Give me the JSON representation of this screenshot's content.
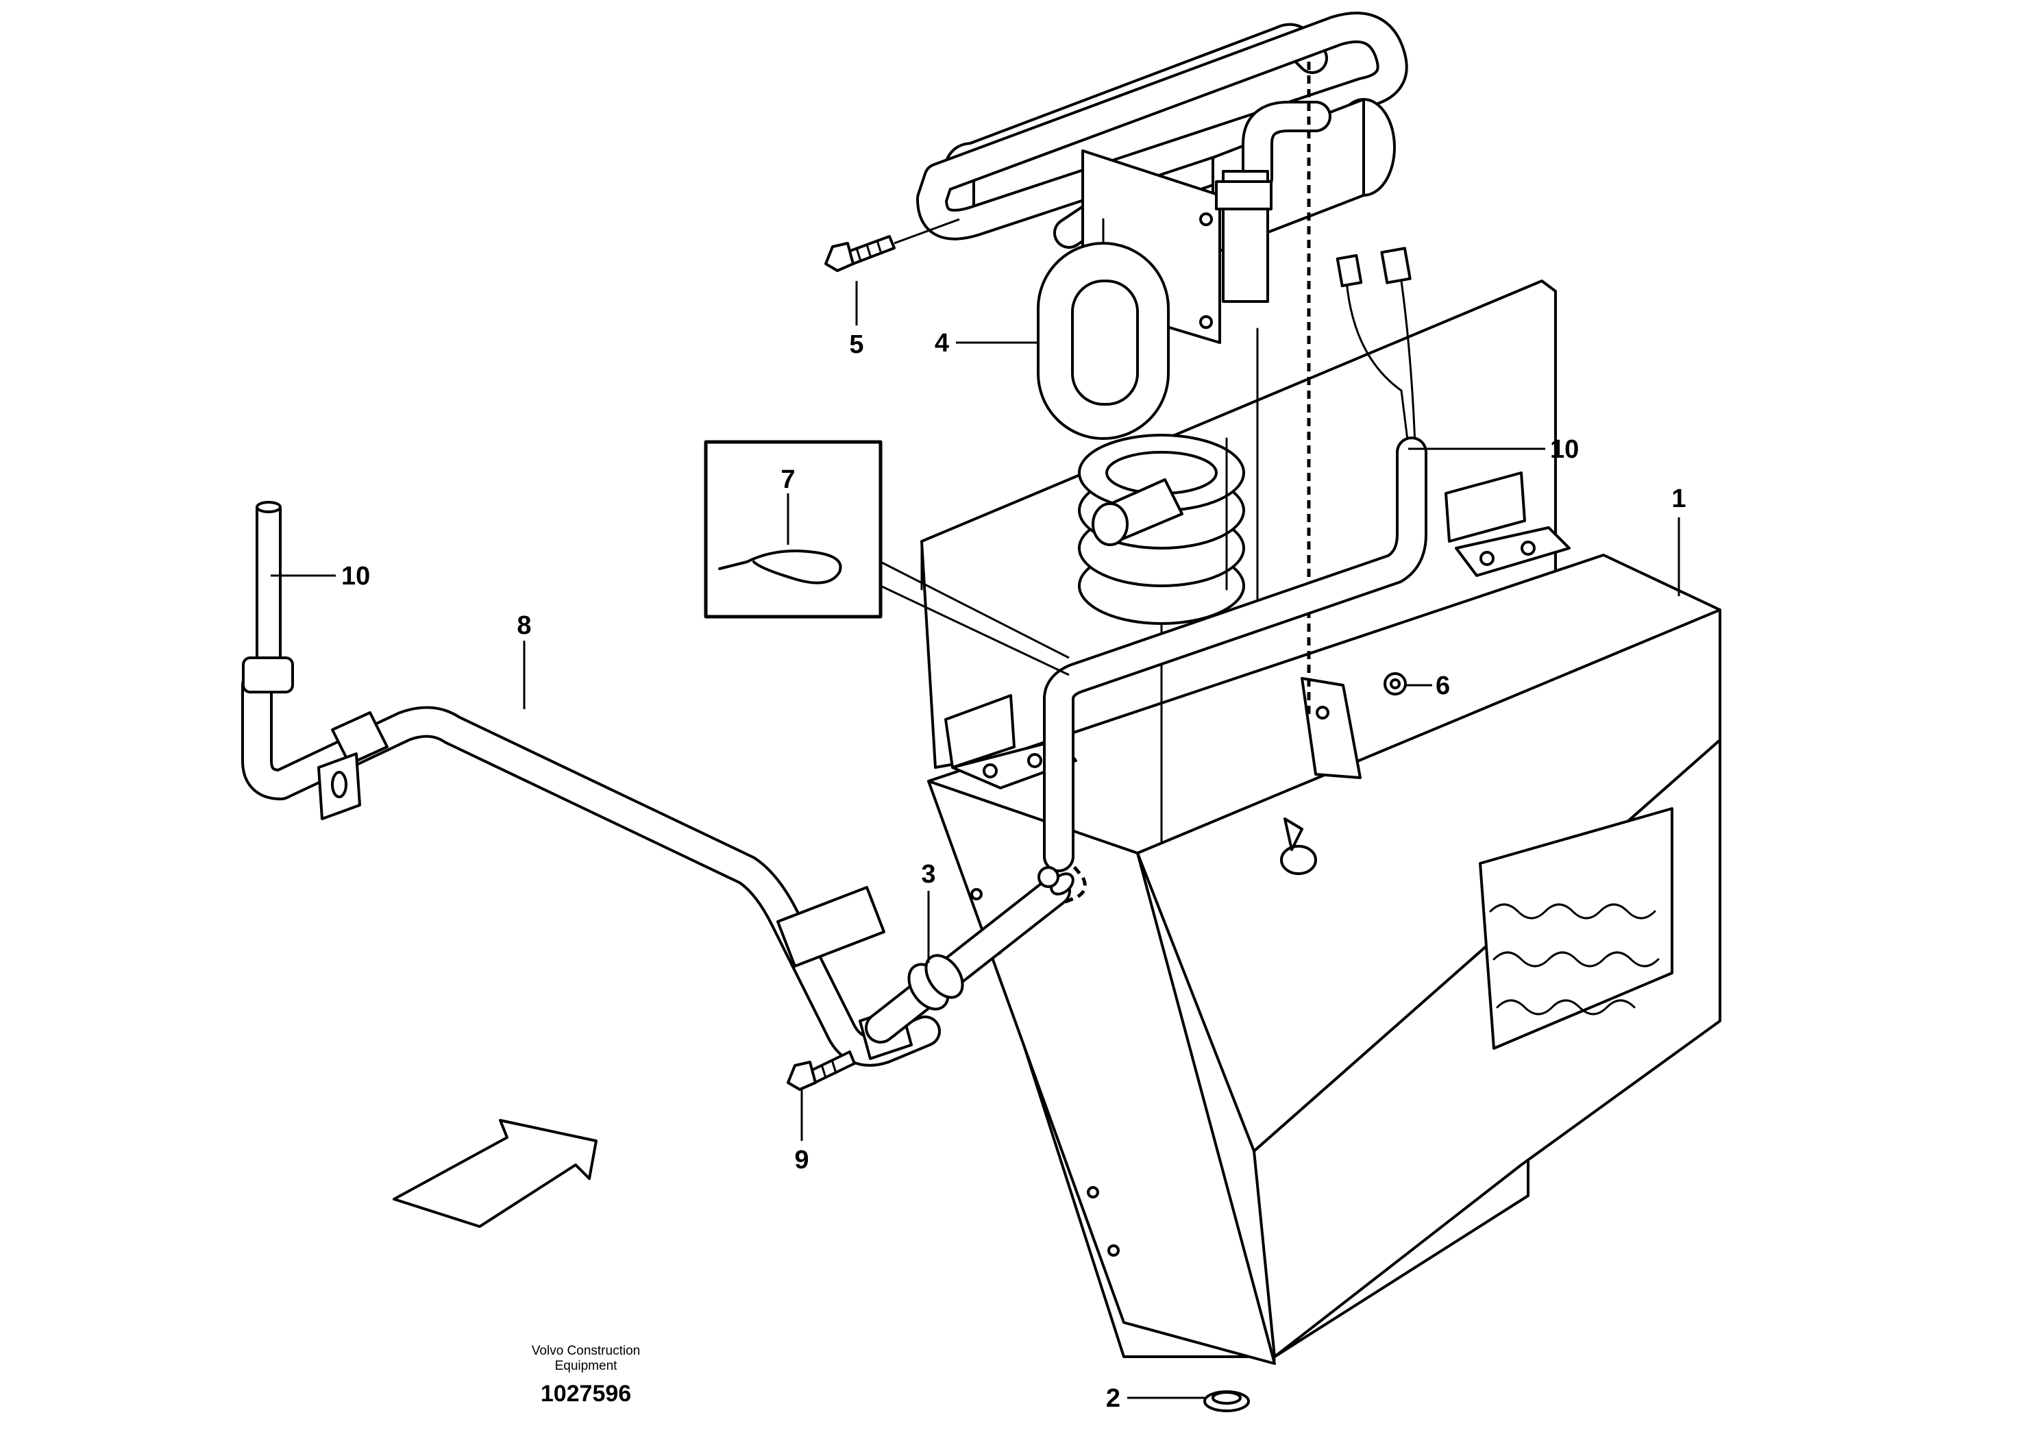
{
  "callouts": {
    "c1": "1",
    "c2": "2",
    "c3": "3",
    "c4": "4",
    "c5": "5",
    "c6": "6",
    "c7": "7",
    "c8": "8",
    "c9": "9",
    "c10a": "10",
    "c10b": "10"
  },
  "footer": {
    "company_line1": "Volvo Construction",
    "company_line2": "Equipment",
    "document_number": "1027596"
  },
  "colors": {
    "ink": "#000000",
    "paper": "#ffffff"
  }
}
